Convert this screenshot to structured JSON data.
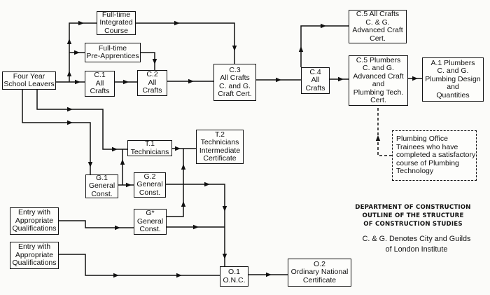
{
  "diagram": {
    "nodes": {
      "school_leavers": {
        "lines": [
          "Four Year",
          "School Leavers"
        ]
      },
      "integrated": {
        "lines": [
          "Full-time",
          "Integrated",
          "Course"
        ]
      },
      "pre_apprentices": {
        "lines": [
          "Full-time",
          "Pre-Apprentices"
        ]
      },
      "c1": {
        "lines": [
          "C.1",
          "All",
          "Crafts"
        ]
      },
      "c2": {
        "lines": [
          "C.2",
          "All",
          "Crafts"
        ]
      },
      "c3": {
        "lines": [
          "C.3",
          "All Crafts",
          "C. and G.",
          "Craft Cert."
        ]
      },
      "c4": {
        "lines": [
          "C.4",
          "All",
          "Crafts"
        ]
      },
      "c5_all": {
        "lines": [
          "C.5  All  Crafts",
          "C.  &  G.",
          "Advanced  Craft",
          "Cert."
        ]
      },
      "c5_plumbers": {
        "lines": [
          "C.5 Plumbers",
          "C. and G.",
          "Advanced Craft",
          "and",
          "Plumbing Tech.",
          "Cert."
        ]
      },
      "a1": {
        "lines": [
          "A.1 Plumbers",
          "C. and G.",
          "Plumbing Design",
          "and",
          "Quantities"
        ]
      },
      "plumbing_office": {
        "lines": [
          "Plumbing Office",
          "Trainees who have",
          "completed a satisfactory",
          "course of Plumbing",
          "Technology"
        ]
      },
      "t1": {
        "lines": [
          "T.1",
          "Technicians"
        ]
      },
      "t2": {
        "lines": [
          "T.2",
          "Technicians",
          "Intermediate",
          "Certificate"
        ]
      },
      "g1": {
        "lines": [
          "G.1",
          "General",
          "Const."
        ]
      },
      "g2": {
        "lines": [
          "G.2",
          "General",
          "Const."
        ]
      },
      "gstar": {
        "lines": [
          "G*",
          "General",
          "Const."
        ]
      },
      "entry1": {
        "lines": [
          "Entry with",
          "Appropriate",
          "Qualifications"
        ]
      },
      "entry2": {
        "lines": [
          "Entry with",
          "Appropriate",
          "Qualifications"
        ]
      },
      "o1": {
        "lines": [
          "O.1",
          "O.N.C."
        ]
      },
      "o2": {
        "lines": [
          "O.2",
          "Ordinary  National",
          "Certificate"
        ]
      }
    },
    "title": {
      "lines": [
        "DEPARTMENT OF CONSTRUCTION",
        "OUTLINE OF THE STRUCTURE",
        "OF CONSTRUCTION STUDIES"
      ]
    },
    "note": {
      "lines": [
        "C. & G. Denotes City and Guilds",
        "of London Institute"
      ]
    },
    "edges": [
      [
        "school_leavers",
        "c1"
      ],
      [
        "school_leavers",
        "integrated"
      ],
      [
        "school_leavers",
        "pre_apprentices"
      ],
      [
        "integrated",
        "c3"
      ],
      [
        "pre_apprentices",
        "c2"
      ],
      [
        "c1",
        "c2"
      ],
      [
        "c2",
        "c3"
      ],
      [
        "c3",
        "c4"
      ],
      [
        "c4",
        "c5_all"
      ],
      [
        "c4",
        "c5_plumbers"
      ],
      [
        "c5_plumbers",
        "a1"
      ],
      [
        "plumbing_office",
        "c5_plumbers"
      ],
      [
        "school_leavers",
        "t1"
      ],
      [
        "school_leavers",
        "g1"
      ],
      [
        "g1",
        "g2"
      ],
      [
        "g1",
        "t1"
      ],
      [
        "t1",
        "t2"
      ],
      [
        "gstar",
        "t2"
      ],
      [
        "g2",
        "o1"
      ],
      [
        "entry1",
        "gstar"
      ],
      [
        "gstar",
        "o1"
      ],
      [
        "entry2",
        "o1"
      ],
      [
        "o1",
        "o2"
      ]
    ]
  }
}
